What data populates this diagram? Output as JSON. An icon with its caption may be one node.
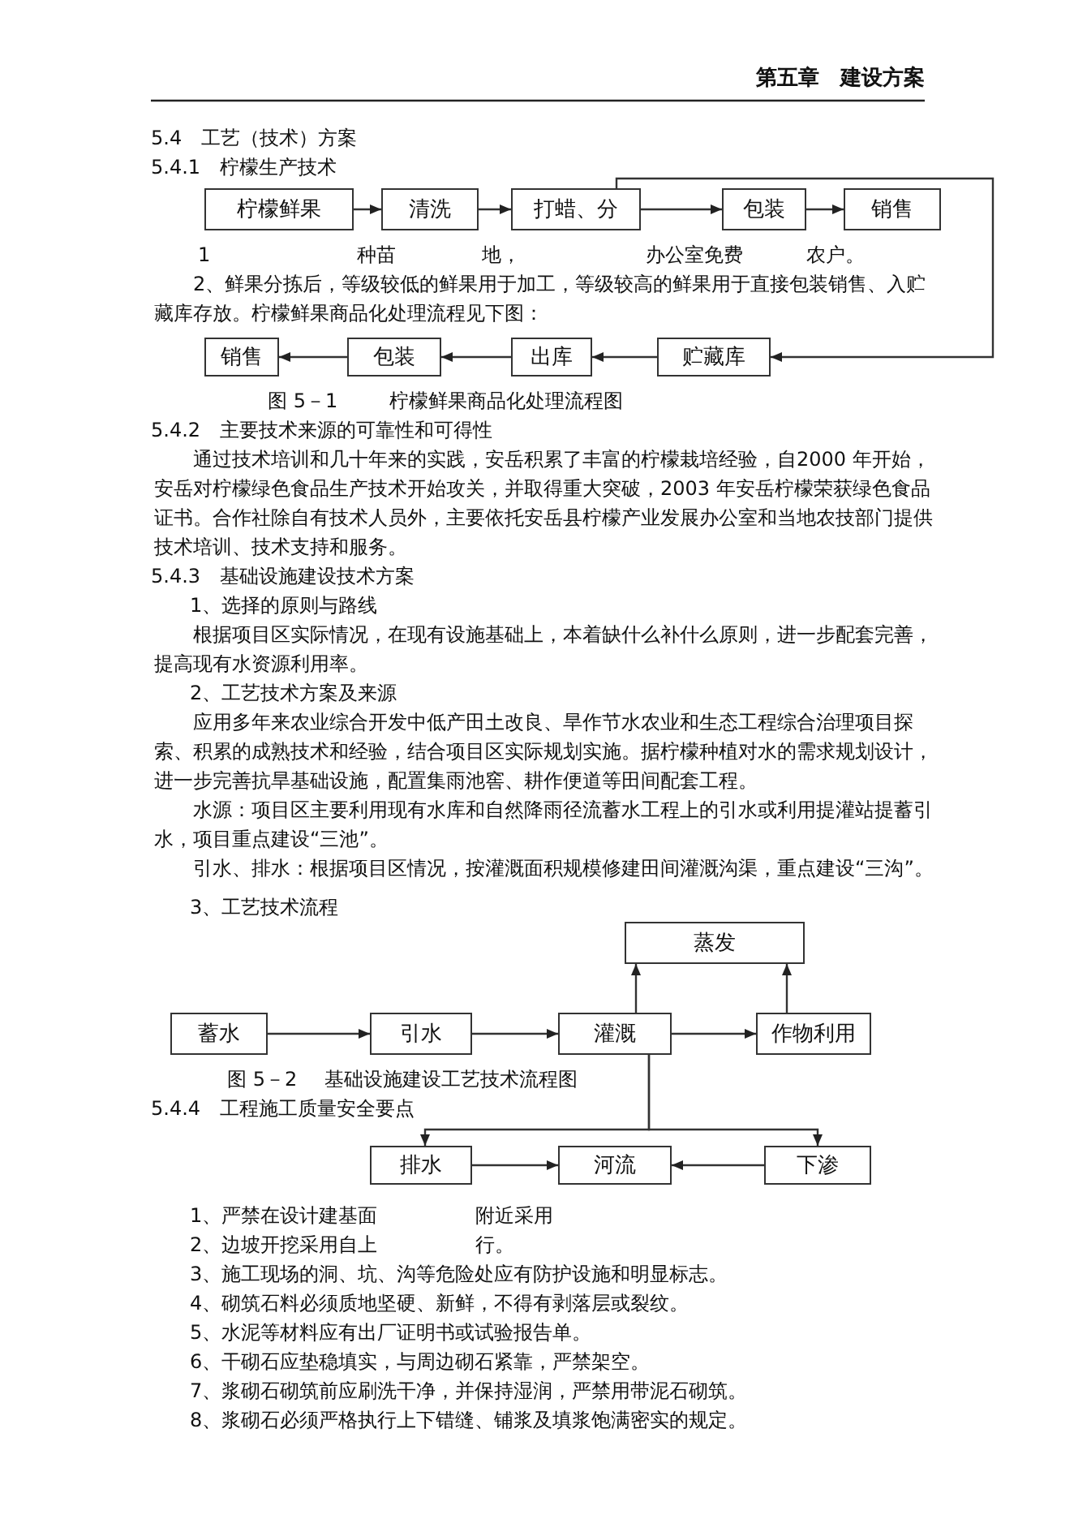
{
  "diagram": {
    "nodes": [
      {
        "text": [
          "柠檬鲜果"
        ]
      },
      {
        "text": [
          "清洗"
        ]
      },
      {
        "text": [
          "打蜡、分"
        ]
      },
      {
        "text": [
          "包装"
        ]
      },
      {
        "text": [
          "销售"
        ]
      },
      {
        "text": [
          "销售"
        ]
      },
      {
        "text": [
          "包装"
        ]
      },
      {
        "text": [
          "出库"
        ]
      },
      {
        "text": [
          "贮藏库"
        ]
      },
      {
        "text": [
          "蒸发"
        ]
      },
      {
        "text": [
          "蓄水"
        ]
      },
      {
        "text": [
          "引水"
        ]
      },
      {
        "text": [
          "灌溉"
        ]
      },
      {
        "text": [
          "作物利用"
        ]
      },
      {
        "text": [
          "排水"
        ]
      },
      {
        "text": [
          "河流"
        ]
      },
      {
        "text": [
          "下渗"
        ]
      }
    ],
    "edges": [
      {
        "from": 0,
        "to": 1,
        "arrow": "to"
      },
      {
        "from": 1,
        "to": 2,
        "arrow": "to"
      },
      {
        "from": 2,
        "to": 3,
        "arrow": "to"
      },
      {
        "from": 3,
        "to": 4,
        "arrow": "to"
      },
      {
        "from": 2,
        "to": 8,
        "arrow": "to"
      },
      {
        "from": 8,
        "to": 7,
        "arrow": "to"
      },
      {
        "from": 7,
        "to": 6,
        "arrow": "to"
      },
      {
        "from": 6,
        "to": 5,
        "arrow": "to"
      },
      {
        "from": 10,
        "to": 11,
        "arrow": "to"
      },
      {
        "from": 11,
        "to": 12,
        "arrow": "to"
      },
      {
        "from": 12,
        "to": 13,
        "arrow": "to"
      },
      {
        "from": 12,
        "to": 9,
        "arrow": "to"
      },
      {
        "from": 13,
        "to": 9,
        "arrow": "to"
      },
      {
        "from": 12,
        "to": 14,
        "arrow": "to"
      },
      {
        "from": 12,
        "to": 16,
        "arrow": "to"
      },
      {
        "from": 14,
        "to": 15,
        "arrow": "to"
      },
      {
        "from": 16,
        "to": 15,
        "arrow": "to"
      }
    ],
    "labels": [
      "第五章　建设方案",
      "5.4　工艺（技术）方案",
      "5.4.1　柠檬生产技术",
      "1",
      "种苗",
      "地，",
      "办公室免费",
      "农户。",
      "2、鲜果分拣后，等级较低的鲜果用于加工，等级较高的鲜果用于直接包装销售、入贮藏库存放。柠檬鲜果商品化处理流程见下图：",
      "图 5－1",
      "柠檬鲜果商品化处理流程图",
      "5.4.2　主要技术来源的可靠性和可得性",
      "通过技术培训和几十年来的实践，安岳积累了丰富的柠檬栽培经验，自2000 年开始，安岳对柠檬绿色食品生产技术开始攻关，并取得重大突破，2003 年安岳柠檬荣获绿色食品证书。合作社除自有技术人员外，主要依托安岳县柠檬产业发展办公室和当地农技部门提供技术培训、技术支持和服务。",
      "5.4.3　基础设施建设技术方案",
      "1、选择的原则与路线",
      "根据项目区实际情况，在现有设施基础上，本着缺什么补什么原则，进一步配套完善，提高现有水资源利用率。",
      "2、工艺技术方案及来源",
      "应用多年来农业综合开发中低产田土改良、旱作节水农业和生态工程综合治理项目探索、积累的成熟技术和经验，结合项目区实际规划实施。据柠檬种植对水的需求规划设计，进一步完善抗旱基础设施，配置集雨池窖、耕作便道等田间配套工程。",
      "水源：项目区主要利用现有水库和自然降雨径流蓄水工程上的引水或利用提灌站提蓄引水，项目重点建设“三池”。",
      "引水、排水：根据项目区情况，按灌溉面积规模修建田间灌溉沟渠，重点建设“三沟”。",
      "3、工艺技术流程",
      "图 5－2",
      "基础设施建设工艺技术流程图",
      "5.4.4　工程施工质量安全要点",
      "1、严禁在设计建基面",
      "附近采用",
      "2、边坡开挖采用自上",
      "行。",
      "3、施工现场的洞、坑、沟等危险处应有防护设施和明显标志。",
      "4、砌筑石料必须质地坚硬、新鲜，不得有剥落层或裂纹。",
      "5、水泥等材料应有出厂证明书或试验报告单。",
      "6、干砌石应垫稳填实，与周边砌石紧靠，严禁架空。",
      "7、浆砌石砌筑前应刷洗干净，并保持湿润，严禁用带泥石砌筑。",
      "8、浆砌石必须严格执行上下错缝、铺浆及填浆饱满密实的规定。"
    ]
  }
}
